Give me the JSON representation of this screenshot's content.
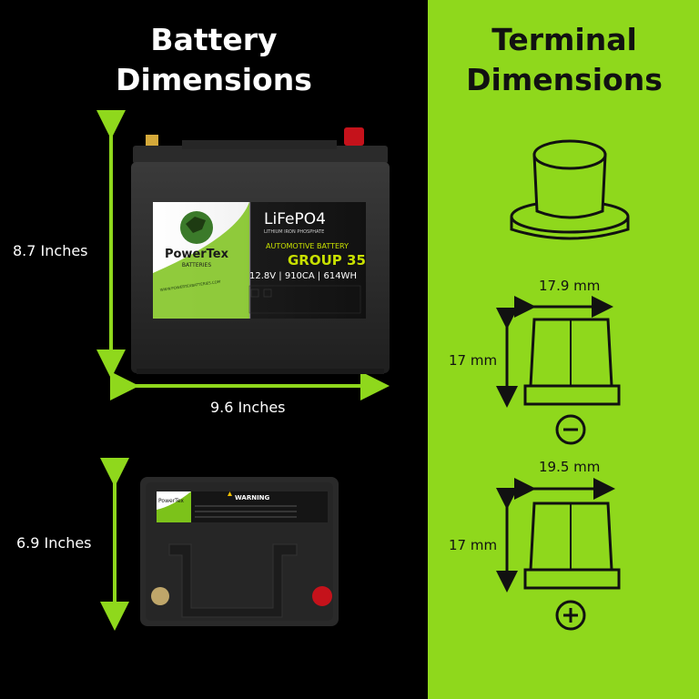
{
  "left_panel": {
    "title_line1": "Battery",
    "title_line2": "Dimensions",
    "height_label": "8.7 Inches",
    "width_label": "9.6 Inches",
    "depth_label": "6.9 Inches"
  },
  "right_panel": {
    "title_line1": "Terminal",
    "title_line2": "Dimensions",
    "negative_width": "17.9 mm",
    "negative_height": "17 mm",
    "positive_width": "19.5 mm",
    "positive_height": "17 mm",
    "negative_symbol": "−",
    "positive_symbol": "+"
  },
  "battery_label": {
    "brand": "PowerTex",
    "brand_sub": "BATTERIES",
    "chemistry": "LiFePO4",
    "chemistry_sub": "LITHIUM IRON PHOSPHATE",
    "type": "AUTOMOTIVE BATTERY",
    "group": "GROUP 35",
    "specs": "12.8V | 910CA | 614WH",
    "website": "WWW.POWERTEXBATTERIES.COM",
    "warning_top": "WARNING",
    "top_brand": "PowerTex"
  },
  "colors": {
    "accent_green": "#8fd81c",
    "arrow_green": "#8fd81c",
    "label_yellow": "#c8e000"
  }
}
